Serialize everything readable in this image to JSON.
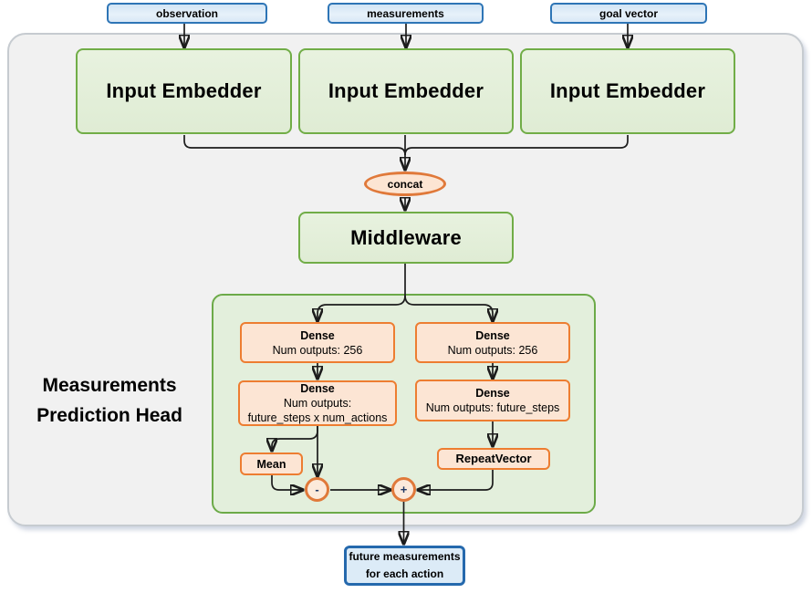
{
  "inputs": [
    {
      "label": "observation"
    },
    {
      "label": "measurements"
    },
    {
      "label": "goal vector"
    }
  ],
  "embedders": [
    {
      "label": "Input Embedder"
    },
    {
      "label": "Input Embedder"
    },
    {
      "label": "Input Embedder"
    }
  ],
  "concat": {
    "label": "concat"
  },
  "middleware": {
    "label": "Middleware"
  },
  "head": {
    "title": {
      "line1": "Measurements",
      "line2": "Prediction Head"
    },
    "left": {
      "dense1": {
        "title": "Dense",
        "line1": "Num outputs: 256"
      },
      "dense2": {
        "title": "Dense",
        "line1": "Num outputs:",
        "line2": "future_steps x num_actions"
      },
      "mean": {
        "label": "Mean"
      },
      "minus": {
        "label": "-"
      }
    },
    "right": {
      "dense1": {
        "title": "Dense",
        "line1": "Num outputs: 256"
      },
      "dense2": {
        "title": "Dense",
        "line1": "Num outputs: future_steps"
      },
      "repeat": {
        "label": "RepeatVector"
      },
      "plus": {
        "label": "+"
      }
    }
  },
  "output": {
    "line1": "future measurements",
    "line2": "for each action"
  },
  "colors": {
    "blue_border": "#2E75B6",
    "blue_fill": "#DCE9F6",
    "green_border": "#70AD47",
    "green_fill": "#E3EFDA",
    "orange_border": "#ED7D31",
    "orange_fill": "#FCE5D4",
    "panel_fill": "#F1F1F1",
    "head_panel_fill": "#E3EFDC",
    "wire": "#1C1C1C"
  }
}
